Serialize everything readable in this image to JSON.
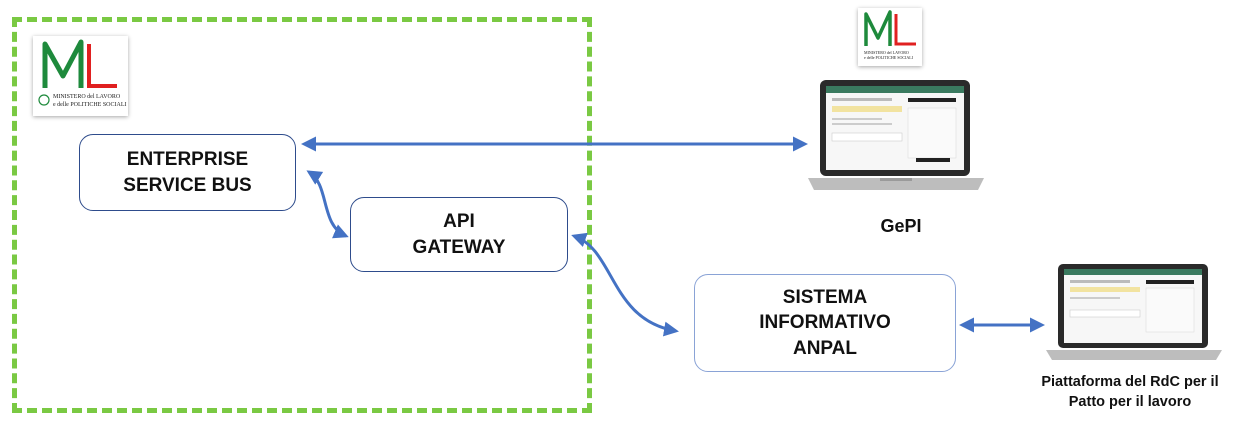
{
  "colors": {
    "boundary": "#7ac943",
    "arrow": "#4472c4",
    "box_border": "#2e4c8c",
    "anpal_border": "#8aa3d6",
    "logo_green": "#1e8a3c",
    "logo_red": "#e02020"
  },
  "logos": {
    "main": {
      "monogram": "ML",
      "line1": "MINISTERO del LAVORO",
      "line2": "e delle POLITICHE SOCIALI"
    },
    "small": {
      "monogram": "ML",
      "line1": "MINISTERO del LAVORO",
      "line2": "e delle POLITICHE SOCIALI"
    }
  },
  "nodes": {
    "esb": "ENTERPRISE\nSERVICE BUS",
    "api": "API\nGATEWAY",
    "anpal": "SISTEMA\nINFORMATIVO\nANPAL"
  },
  "captions": {
    "gepi": "GePI",
    "rdc_line1": "Piattaforma del RdC per il",
    "rdc_line2": "Patto per il lavoro"
  },
  "icons": [
    "laptop-icon",
    "emblem-icon",
    "arrow-icon"
  ]
}
